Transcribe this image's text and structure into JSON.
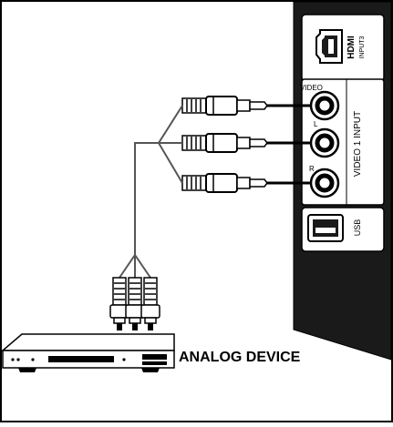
{
  "panel": {
    "hdmi_logo": "HDMI",
    "hdmi_port_label": "INPUT3",
    "video_group_label": "VIDEO 1 INPUT",
    "jack_labels": {
      "video": "VIDEO",
      "left": "L",
      "right": "R"
    },
    "usb_label": "USB"
  },
  "device": {
    "label": "ANALOG DEVICE"
  },
  "colors": {
    "panel": "#1a1a1a",
    "line": "#000000",
    "background": "#ffffff"
  }
}
